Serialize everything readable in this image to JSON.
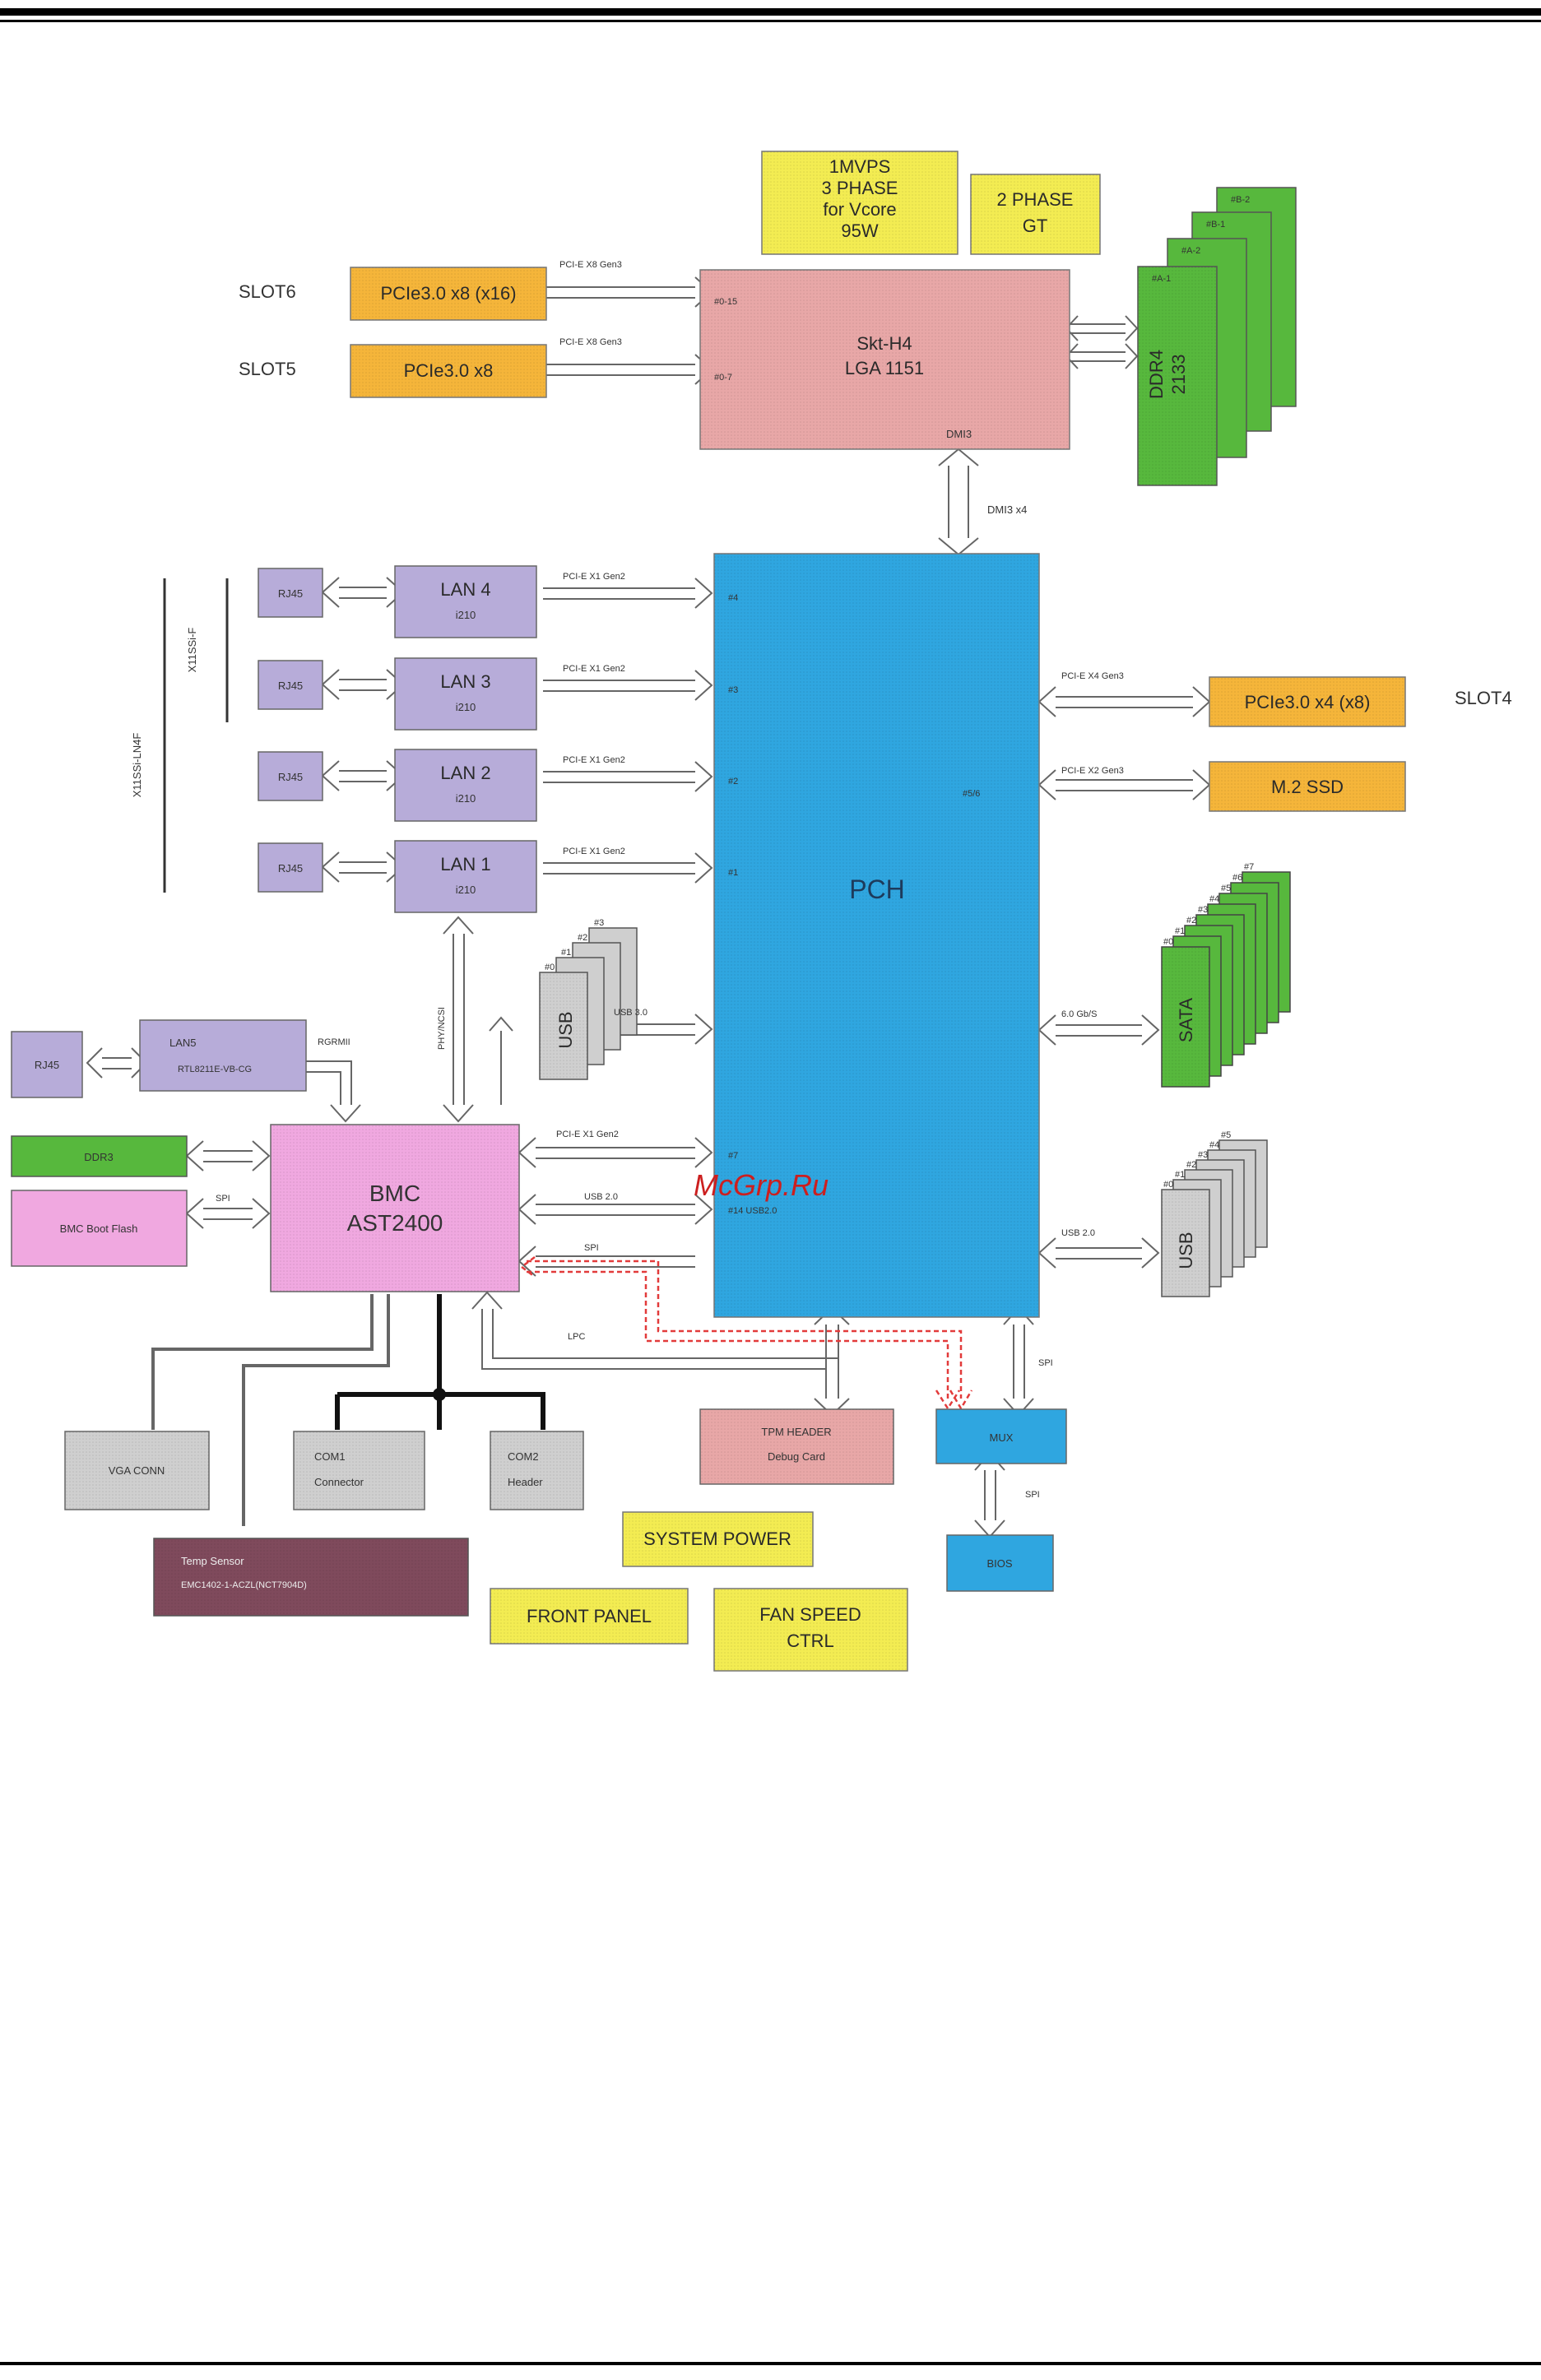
{
  "watermark": "McGrp.Ru",
  "colors": {
    "pcie_box": "#f5b53a",
    "cpu": "#e8a7a7",
    "pch": "#2fa6e0",
    "lan": "#b7acd9",
    "ddr": "#57b83d",
    "yellow": "#f3ec52",
    "bmc": "#f0a8e0",
    "gray": "#cfcfcf",
    "maroon": "#7f4a5c",
    "red_dashed": "#e23b3b"
  },
  "cpu": {
    "title": "Skt-H4",
    "socket": "LGA 1151",
    "port_top": "#0-15",
    "port_bottom": "#0-7",
    "dmi_label": "DMI3"
  },
  "vr": {
    "line1": "1MVPS",
    "line2": "3 PHASE",
    "line3": "for Vcore",
    "line4": "95W"
  },
  "gt": {
    "line1": "2 PHASE",
    "line2": "GT"
  },
  "slot6": {
    "label": "SLOT6",
    "box": "PCIe3.0 x8 (x16)",
    "link": "PCI-E X8 Gen3"
  },
  "slot5": {
    "label": "SLOT5",
    "box": "PCIe3.0 x8",
    "link": "PCI-E X8 Gen3"
  },
  "dimms": {
    "labels": [
      "#A-1",
      "#A-2",
      "#B-1",
      "#B-2"
    ],
    "text1": "DDR4",
    "text2": "2133"
  },
  "dmi_link": "DMI3 x4",
  "pch": {
    "title": "PCH",
    "port_lan4": "#4",
    "port_lan3": "#3",
    "port_lan2": "#2",
    "port_lan1": "#1",
    "port_slot4": "#5/6",
    "port_bmc": "#7",
    "port_usb": "#14 USB2.0"
  },
  "board_label_a": "X11SSi-F",
  "board_label_b": "X11SSi-LN4F",
  "lans": [
    {
      "rj": "RJ45",
      "name": "LAN 4",
      "chip": "i210",
      "link": "PCI-E X1 Gen2"
    },
    {
      "rj": "RJ45",
      "name": "LAN 3",
      "chip": "i210",
      "link": "PCI-E X1 Gen2"
    },
    {
      "rj": "RJ45",
      "name": "LAN 2",
      "chip": "i210",
      "link": "PCI-E X1 Gen2"
    },
    {
      "rj": "RJ45",
      "name": "LAN 1",
      "chip": "i210",
      "link": "PCI-E X1 Gen2"
    }
  ],
  "slot4": {
    "label": "SLOT4",
    "box": "PCIe3.0 x4 (x8)",
    "link": "PCI-E X4 Gen3"
  },
  "m2": {
    "box": "M.2 SSD",
    "link": "PCI-E X2 Gen3"
  },
  "usb_left": {
    "label": "USB",
    "link": "USB 3.0",
    "ports": [
      "#0",
      "#1",
      "#2",
      "#3"
    ]
  },
  "sata": {
    "label": "SATA",
    "link": "6.0 Gb/S",
    "ports": [
      "#0",
      "#1",
      "#2",
      "#3",
      "#4",
      "#5",
      "#6",
      "#7"
    ]
  },
  "usb_right": {
    "label": "USB",
    "link": "USB 2.0",
    "ports": [
      "#0",
      "#1",
      "#2",
      "#3",
      "#4",
      "#5"
    ]
  },
  "lan5": {
    "rj": "RJ45",
    "name": "LAN5",
    "chip": "RTL8211E-VB-CG",
    "link": "RGRMII"
  },
  "ddr3": {
    "label": "DDR3"
  },
  "boot_flash": {
    "label": "BMC Boot Flash",
    "link": "SPI"
  },
  "bmc": {
    "line1": "BMC",
    "line2": "AST2400",
    "link_pcie": "PCI-E X1 Gen2",
    "link_usb": "USB 2.0",
    "link_spi": "SPI",
    "link_lpc": "LPC",
    "link_lan": "PHY/NCSI"
  },
  "tpm": {
    "line1": "TPM HEADER",
    "line2": "Debug Card"
  },
  "mux": {
    "label": "MUX",
    "link": "SPI"
  },
  "bios": {
    "label": "BIOS",
    "link": "SPI"
  },
  "vga": {
    "label": "VGA CONN"
  },
  "com1": {
    "line1": "COM1",
    "line2": "Connector"
  },
  "com2": {
    "line1": "COM2",
    "line2": "Header"
  },
  "temp": {
    "line1": "Temp Sensor",
    "line2": "EMC1402-1-ACZL(NCT7904D)"
  },
  "system_power": {
    "label": "SYSTEM POWER"
  },
  "front_panel": {
    "label": "FRONT PANEL"
  },
  "fan": {
    "line1": "FAN SPEED",
    "line2": "CTRL"
  }
}
